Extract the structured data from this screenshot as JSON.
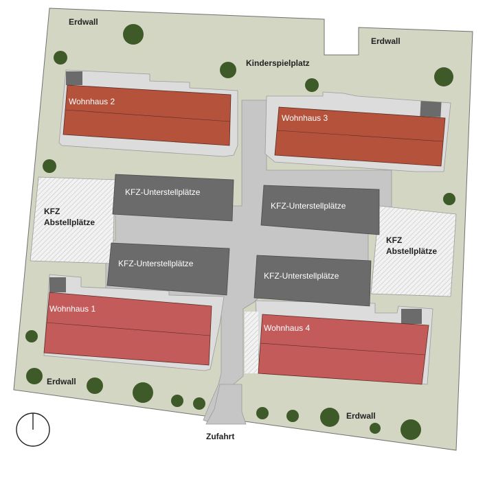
{
  "map": {
    "labels": {
      "erdwall_top_left": "Erdwall",
      "erdwall_top_right": "Erdwall",
      "erdwall_bottom_left": "Erdwall",
      "erdwall_bottom_right": "Erdwall",
      "kinderspielplatz": "Kinderspielplatz",
      "zufahrt": "Zufahrt",
      "kfz_abstell_left_line1": "KFZ",
      "kfz_abstell_left_line2": "Abstellplätze",
      "kfz_abstell_right_line1": "KFZ",
      "kfz_abstell_right_line2": "Abstellplätze",
      "unterstell_1": "KFZ-Unterstellplätze",
      "unterstell_2": "KFZ-Unterstellplätze",
      "unterstell_3": "KFZ-Unterstellplätze",
      "unterstell_4": "KFZ-Unterstellplätze"
    },
    "buildings": {
      "haus_1": "Wohnhaus 1",
      "haus_2": "Wohnhaus 2",
      "haus_3": "Wohnhaus 3",
      "haus_4": "Wohnhaus 4"
    },
    "colors": {
      "lawn": "#d3d6c2",
      "lawn_stroke": "#6f6f6f",
      "paving": "#c6c6c6",
      "paving_light": "#dcdcdc",
      "building_top": "#b5523c",
      "building_bottom": "#c45b5b",
      "carport": "#6b6b6b",
      "tree": "#3f5a29"
    },
    "icons": {
      "compass": "north-arrow-icon"
    }
  }
}
